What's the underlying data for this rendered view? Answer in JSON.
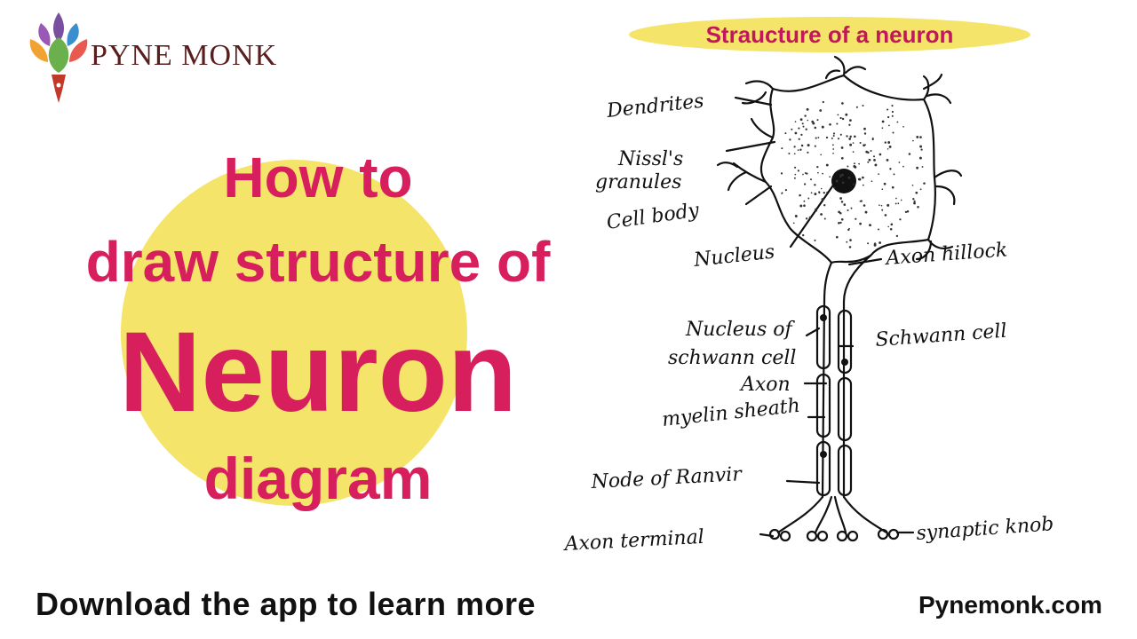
{
  "logo": {
    "brand": "PYNE MONK",
    "icon": "lotus-pen-icon",
    "colors": [
      "#7b4fa0",
      "#3a8fd0",
      "#f2a233",
      "#6ab04c",
      "#e85a4f",
      "#c0392b"
    ]
  },
  "title": {
    "line1": "How to",
    "line2": "draw structure of",
    "line3": "Neuron",
    "line4": "diagram"
  },
  "footer": {
    "cta": "Download the app to learn more",
    "site": "Pynemonk.com"
  },
  "diagram": {
    "heading": "Straucture of a neuron",
    "labels": {
      "dendrites": "Dendrites",
      "nissls": "Nissl's",
      "granules": "granules",
      "cell_body": "Cell body",
      "nucleus": "Nucleus",
      "axon_hillock": "Axon hillock",
      "nucleus_of": "Nucleus of",
      "schwann_cell_1": "schwann cell",
      "schwann_cell": "Schwann cell",
      "axon": "Axon",
      "myelin_sheath": "myelin sheath",
      "node_of_ranvier": "Node of Ranvir",
      "axon_terminal": "Axon terminal",
      "synaptic_knob": "synaptic knob"
    }
  },
  "colors": {
    "accent": "#d81f5e",
    "highlight": "#f5e46a",
    "heading": "#c2185b"
  }
}
